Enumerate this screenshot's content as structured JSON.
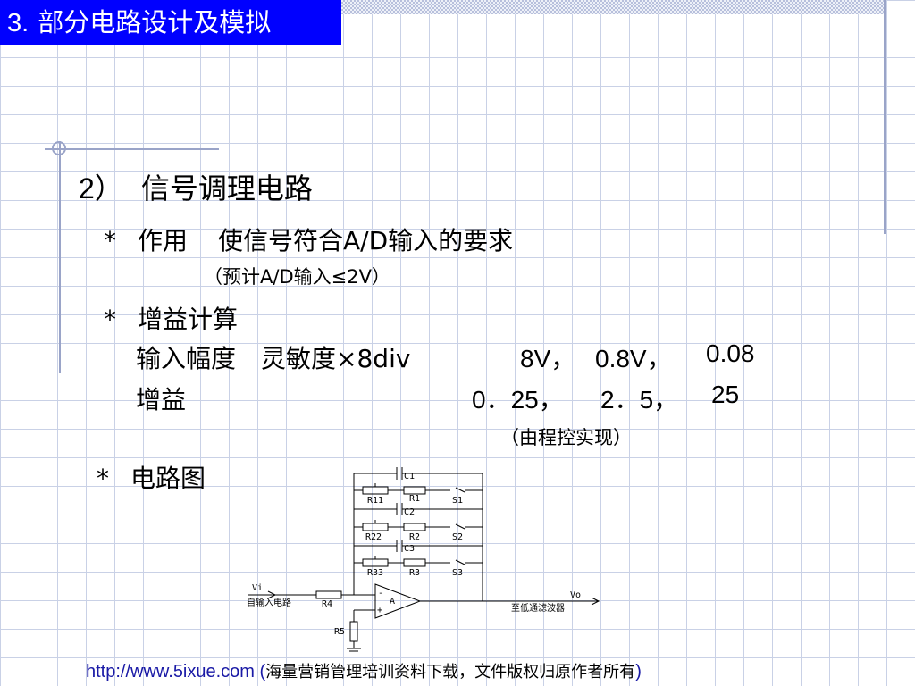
{
  "slide": {
    "title_number": "3.",
    "title": "部分电路设计及模拟"
  },
  "content": {
    "heading_number": "2）",
    "heading": "信号调理电路",
    "bullet": "*",
    "line1_key": "作用",
    "line1_text": "使信号符合A/D输入的要求",
    "line2": "（预计A/D输入≤2V）",
    "line3": "增益计算",
    "line4_label": "输入幅度",
    "line4_formula": "灵敏度×8div",
    "line4_values": [
      "8V，",
      "0.8V，",
      "0.08"
    ],
    "line5_label": "增益",
    "line5_values": [
      "0．25，",
      "2．5，",
      "25"
    ],
    "line6": "（由程控实现）",
    "line7": "电路图"
  },
  "circuit": {
    "capacitors": [
      "C1",
      "C2",
      "C3"
    ],
    "resistors_var": [
      "R11",
      "R22",
      "R33"
    ],
    "resistors": [
      "R1",
      "R2",
      "R3"
    ],
    "switches": [
      "S1",
      "S2",
      "S3"
    ],
    "input_label": "Vi",
    "input_desc": "自输入电路",
    "r4": "R4",
    "r5": "R5",
    "amp": "A",
    "minus": "-",
    "plus": "+",
    "output_label": "Vo",
    "output_desc": "至低通滤波器"
  },
  "footer": {
    "url": "http://www.5ixue.com",
    "open": " (",
    "note": "海量营销管理培训资料下载，文件版权归原作者所有",
    "close": ")"
  }
}
